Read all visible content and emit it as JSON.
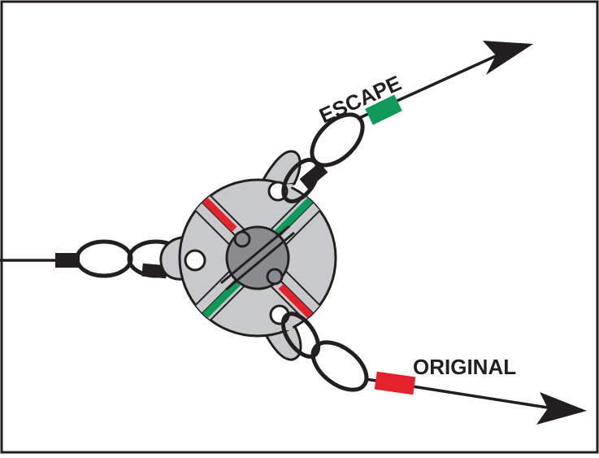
{
  "diagram": {
    "labels": {
      "escape": "ESCAPE",
      "original": "ORIGINAL"
    },
    "colors": {
      "ink": "#231f20",
      "plate": "#c8c9cb",
      "hub": "#8a8b8e",
      "escape_green": "#0f9a5a",
      "original_red": "#e3222b",
      "background": "#ffffff"
    },
    "parts": [
      "rotating-plate",
      "center-hub",
      "input-line",
      "escape-line",
      "original-line"
    ]
  }
}
